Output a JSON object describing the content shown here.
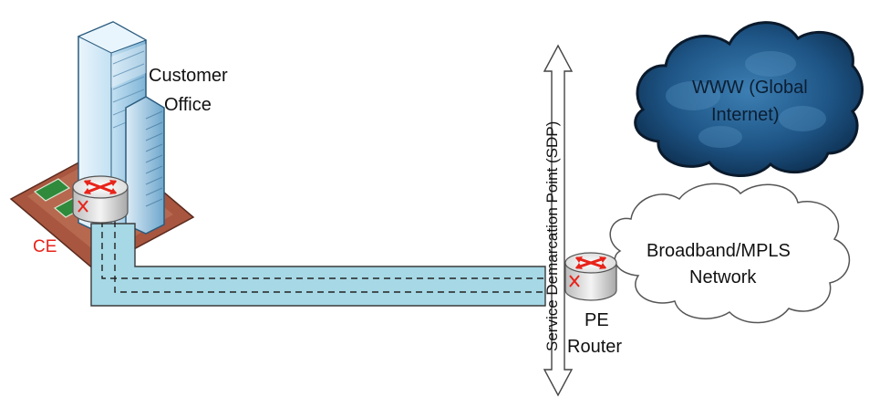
{
  "labels": {
    "customer_office_line1": "Customer",
    "customer_office_line2": "Office",
    "ce": "CE",
    "sdp": "Service Demarcation Point (SDP)",
    "www_line1": "WWW (Global",
    "www_line2": "Internet)",
    "broadband_line1": "Broadband/MPLS",
    "broadband_line2": "Network",
    "pe_line1": "PE",
    "pe_line2": "Router"
  },
  "colors": {
    "circuit_fill": "#a6d8e6",
    "circuit_stroke": "#3a3a3a",
    "ce_label": "#e8231a",
    "internet_cloud": "#1f4e79",
    "router_arrows": "#e8231a",
    "building_blue": "#cfe6f5",
    "floor_pad": "#a8563f"
  },
  "icons": {
    "ce_router": "router-icon",
    "pe_router": "router-icon",
    "office": "office-building-icon",
    "internet": "dark-cloud-icon",
    "mpls": "cloud-icon"
  }
}
